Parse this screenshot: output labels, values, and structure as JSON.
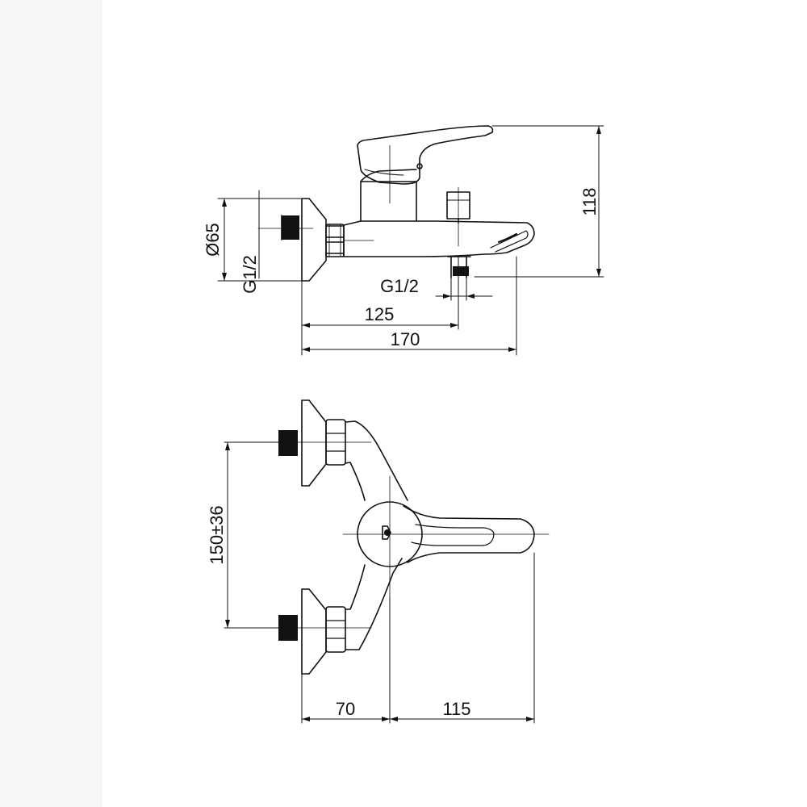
{
  "colors": {
    "background": "#ffffff",
    "margin_strip": "#f7f7f8",
    "line": "#111111",
    "thread_fill": "#111111"
  },
  "side_view": {
    "dimensions": {
      "diameter_flange": "Ø65",
      "thread_inlet": "G1/2",
      "thread_shower": "G1/2",
      "length_to_shower_outlet": "125",
      "total_length": "170",
      "total_height": "118"
    }
  },
  "top_view": {
    "dimensions": {
      "inlet_centers": "150±36",
      "wall_to_center": "70",
      "center_to_handle_tip": "115"
    }
  }
}
